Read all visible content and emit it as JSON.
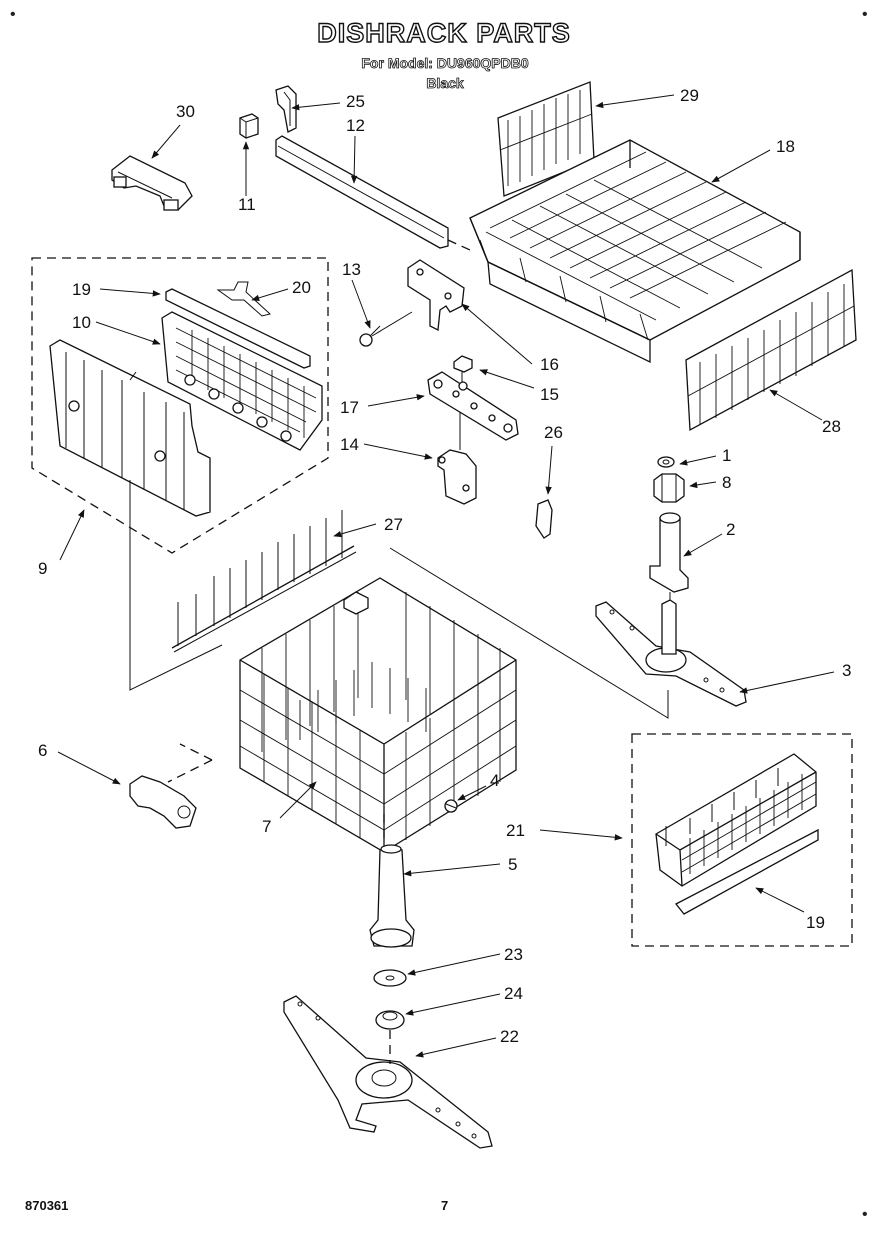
{
  "header": {
    "title": "DISHRACK PARTS",
    "model_line": "For Model: DU960QPDB0",
    "color_line": "Black"
  },
  "footer": {
    "doc_number": "870361",
    "page_number": "7"
  },
  "callouts": {
    "c1": "1",
    "c2": "2",
    "c3": "3",
    "c4": "4",
    "c5": "5",
    "c6": "6",
    "c7": "7",
    "c8": "8",
    "c9": "9",
    "c10": "10",
    "c11": "11",
    "c12": "12",
    "c13": "13",
    "c14": "14",
    "c15": "15",
    "c16": "16",
    "c17": "17",
    "c18": "18",
    "c19a": "19",
    "c19b": "19",
    "c20": "20",
    "c21": "21",
    "c22": "22",
    "c23": "23",
    "c24": "24",
    "c25": "25",
    "c26": "26",
    "c27": "27",
    "c28": "28",
    "c29": "29",
    "c30": "30"
  }
}
